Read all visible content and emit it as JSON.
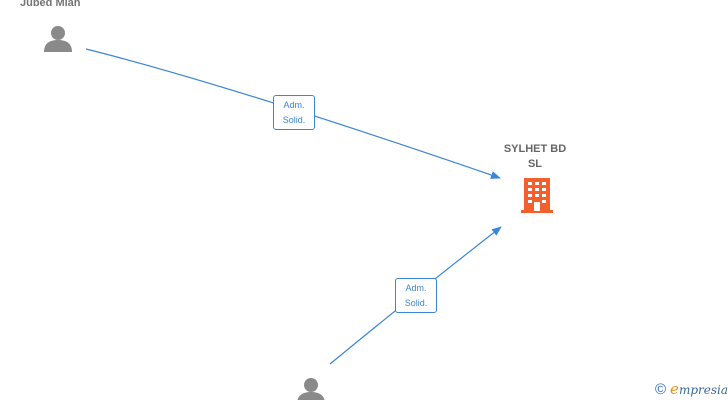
{
  "nodes": {
    "person_top": {
      "name": "Jubed Miah"
    },
    "company": {
      "name_line1": "SYLHET BD",
      "name_line2": "SL"
    },
    "person_bottom": {
      "name": ""
    }
  },
  "edges": [
    {
      "label_line1": "Adm.",
      "label_line2": "Solid."
    },
    {
      "label_line1": "Adm.",
      "label_line2": "Solid."
    }
  ],
  "watermark": {
    "copyright": "©",
    "brand_initial": "e",
    "brand_rest": "mpresia"
  },
  "colors": {
    "edge": "#3c86d6",
    "person_icon": "#8a8a8a",
    "company_icon": "#f2602d"
  }
}
